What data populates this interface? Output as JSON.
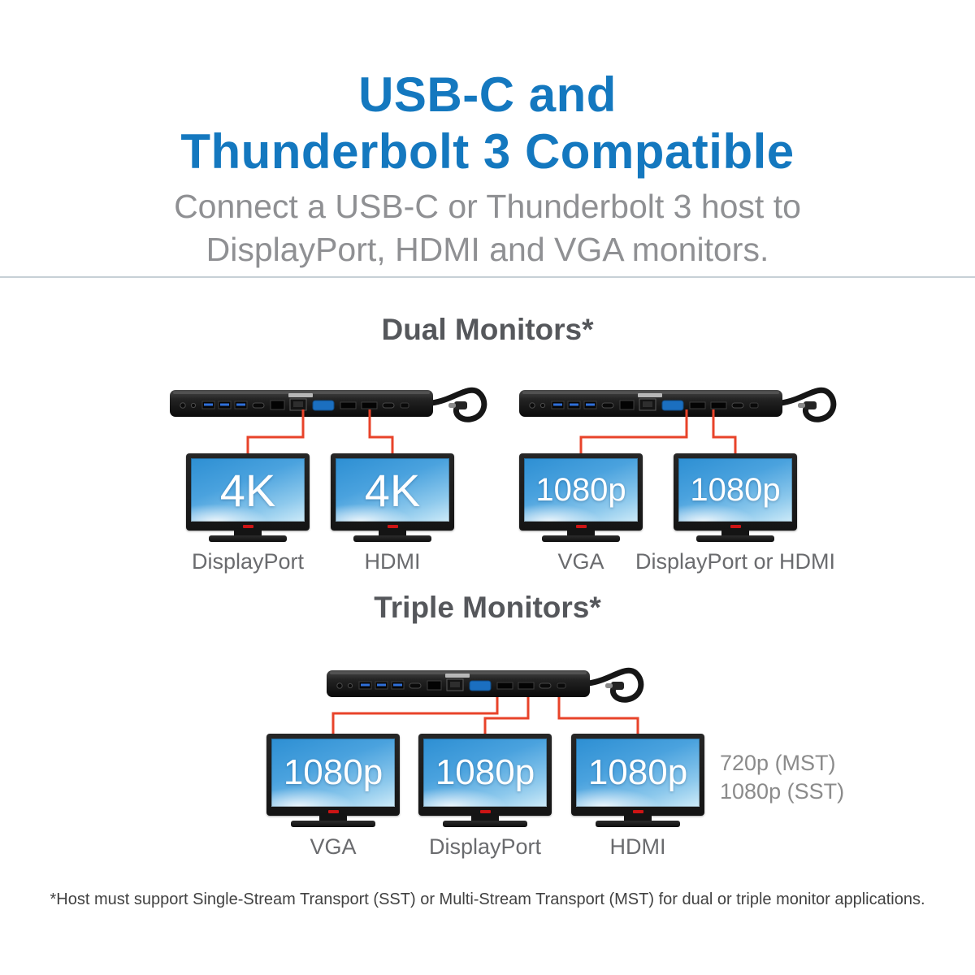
{
  "header": {
    "title_line1": "USB-C and",
    "title_line2": "Thunderbolt 3 Compatible",
    "subtitle_line1": "Connect a USB-C or Thunderbolt 3 host to",
    "subtitle_line2": "DisplayPort, HDMI and VGA monitors."
  },
  "dual": {
    "heading": "Dual Monitors*",
    "monitors": [
      {
        "resolution": "4K",
        "connection": "DisplayPort"
      },
      {
        "resolution": "4K",
        "connection": "HDMI"
      },
      {
        "resolution": "1080p",
        "connection": "VGA"
      },
      {
        "resolution": "1080p",
        "connection": "DisplayPort or HDMI"
      }
    ]
  },
  "triple": {
    "heading": "Triple Monitors*",
    "monitors": [
      {
        "resolution": "1080p",
        "connection": "VGA"
      },
      {
        "resolution": "1080p",
        "connection": "DisplayPort"
      },
      {
        "resolution": "1080p",
        "connection": "HDMI"
      }
    ],
    "note_line1": "720p (MST)",
    "note_line2": "1080p (SST)"
  },
  "footnote": "*Host must support Single-Stream Transport (SST) or Multi-Stream Transport (MST) for dual or triple monitor applications.",
  "colors": {
    "title_blue": "#1478bf",
    "connector_red": "#e8432a",
    "screen_blue": "#2d8fd3"
  }
}
